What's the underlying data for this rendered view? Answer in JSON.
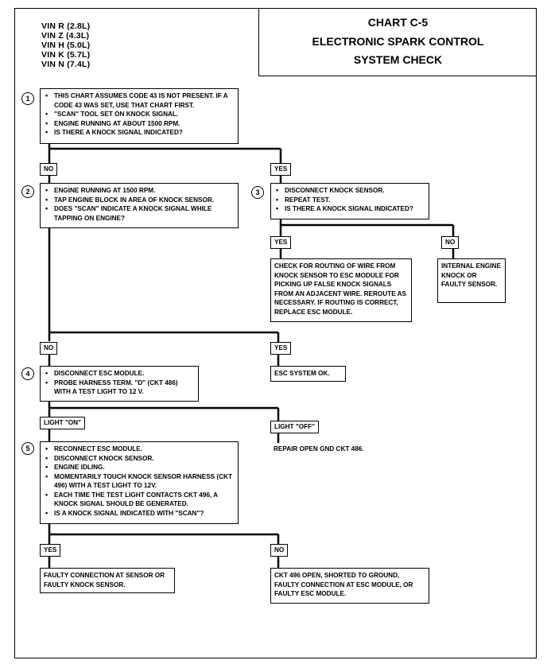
{
  "vin_list": [
    "VIN R (2.8L)",
    "VIN Z (4.3L)",
    "VIN H (5.0L)",
    "VIN K (5.7L)",
    "VIN N (7.4L)"
  ],
  "title": {
    "line1": "CHART C-5",
    "line2": "ELECTRONIC SPARK CONTROL",
    "line3": "SYSTEM CHECK"
  },
  "steps": {
    "s1": {
      "number": "1",
      "items": [
        "THIS CHART ASSUMES CODE 43 IS NOT PRESENT. IF A CODE 43 WAS SET, USE THAT CHART FIRST.",
        "\"SCAN\" TOOL SET ON KNOCK SIGNAL.",
        "ENGINE RUNNING AT ABOUT 1500 RPM.",
        "IS THERE A KNOCK SIGNAL INDICATED?"
      ]
    },
    "s2": {
      "number": "2",
      "items": [
        "ENGINE RUNNING AT 1500 RPM.",
        "TAP ENGINE BLOCK IN AREA OF KNOCK SENSOR.",
        "DOES \"SCAN\" INDICATE A KNOCK SIGNAL WHILE TAPPING ON ENGINE?"
      ]
    },
    "s3": {
      "number": "3",
      "items": [
        "DISCONNECT KNOCK SENSOR.",
        "REPEAT TEST.",
        "IS THERE A KNOCK SIGNAL INDICATED?"
      ]
    },
    "s4": {
      "number": "4",
      "items": [
        "DISCONNECT ESC MODULE.",
        "PROBE HARNESS TERM. \"D\" (CKT 486) WITH A TEST LIGHT TO 12 V."
      ]
    },
    "s5": {
      "number": "5",
      "items": [
        "RECONNECT ESC MODULE.",
        "DISCONNECT KNOCK SENSOR.",
        "ENGINE IDLING.",
        "MOMENTARILY TOUCH KNOCK SENSOR HARNESS (CKT 496) WITH A TEST LIGHT TO 12V.",
        "EACH TIME THE TEST LIGHT CONTACTS CKT 496, A KNOCK SIGNAL SHOULD BE GENERATED.",
        "IS A KNOCK SIGNAL INDICATED WITH \"SCAN\"?"
      ]
    }
  },
  "labels": {
    "no": "NO",
    "yes": "YES",
    "light_on": "LIGHT \"ON\"",
    "light_off": "LIGHT \"OFF\""
  },
  "results": {
    "false_knock": "CHECK FOR ROUTING OF WIRE FROM KNOCK SENSOR TO ESC MODULE FOR PICKING UP FALSE KNOCK SIGNALS FROM AN ADJACENT WIRE. REROUTE AS NECESSARY. IF ROUTING IS CORRECT, REPLACE ESC MODULE.",
    "internal_knock": "INTERNAL ENGINE KNOCK OR FAULTY SENSOR.",
    "esc_ok": "ESC SYSTEM OK.",
    "repair_gnd": "REPAIR OPEN GND CKT 486.",
    "faulty_sensor": "FAULTY CONNECTION AT SENSOR OR FAULTY KNOCK SENSOR.",
    "ckt_open": "CKT 496 OPEN, SHORTED TO GROUND, FAULTY CONNECTION AT ESC MODULE, OR FAULTY ESC MODULE."
  }
}
